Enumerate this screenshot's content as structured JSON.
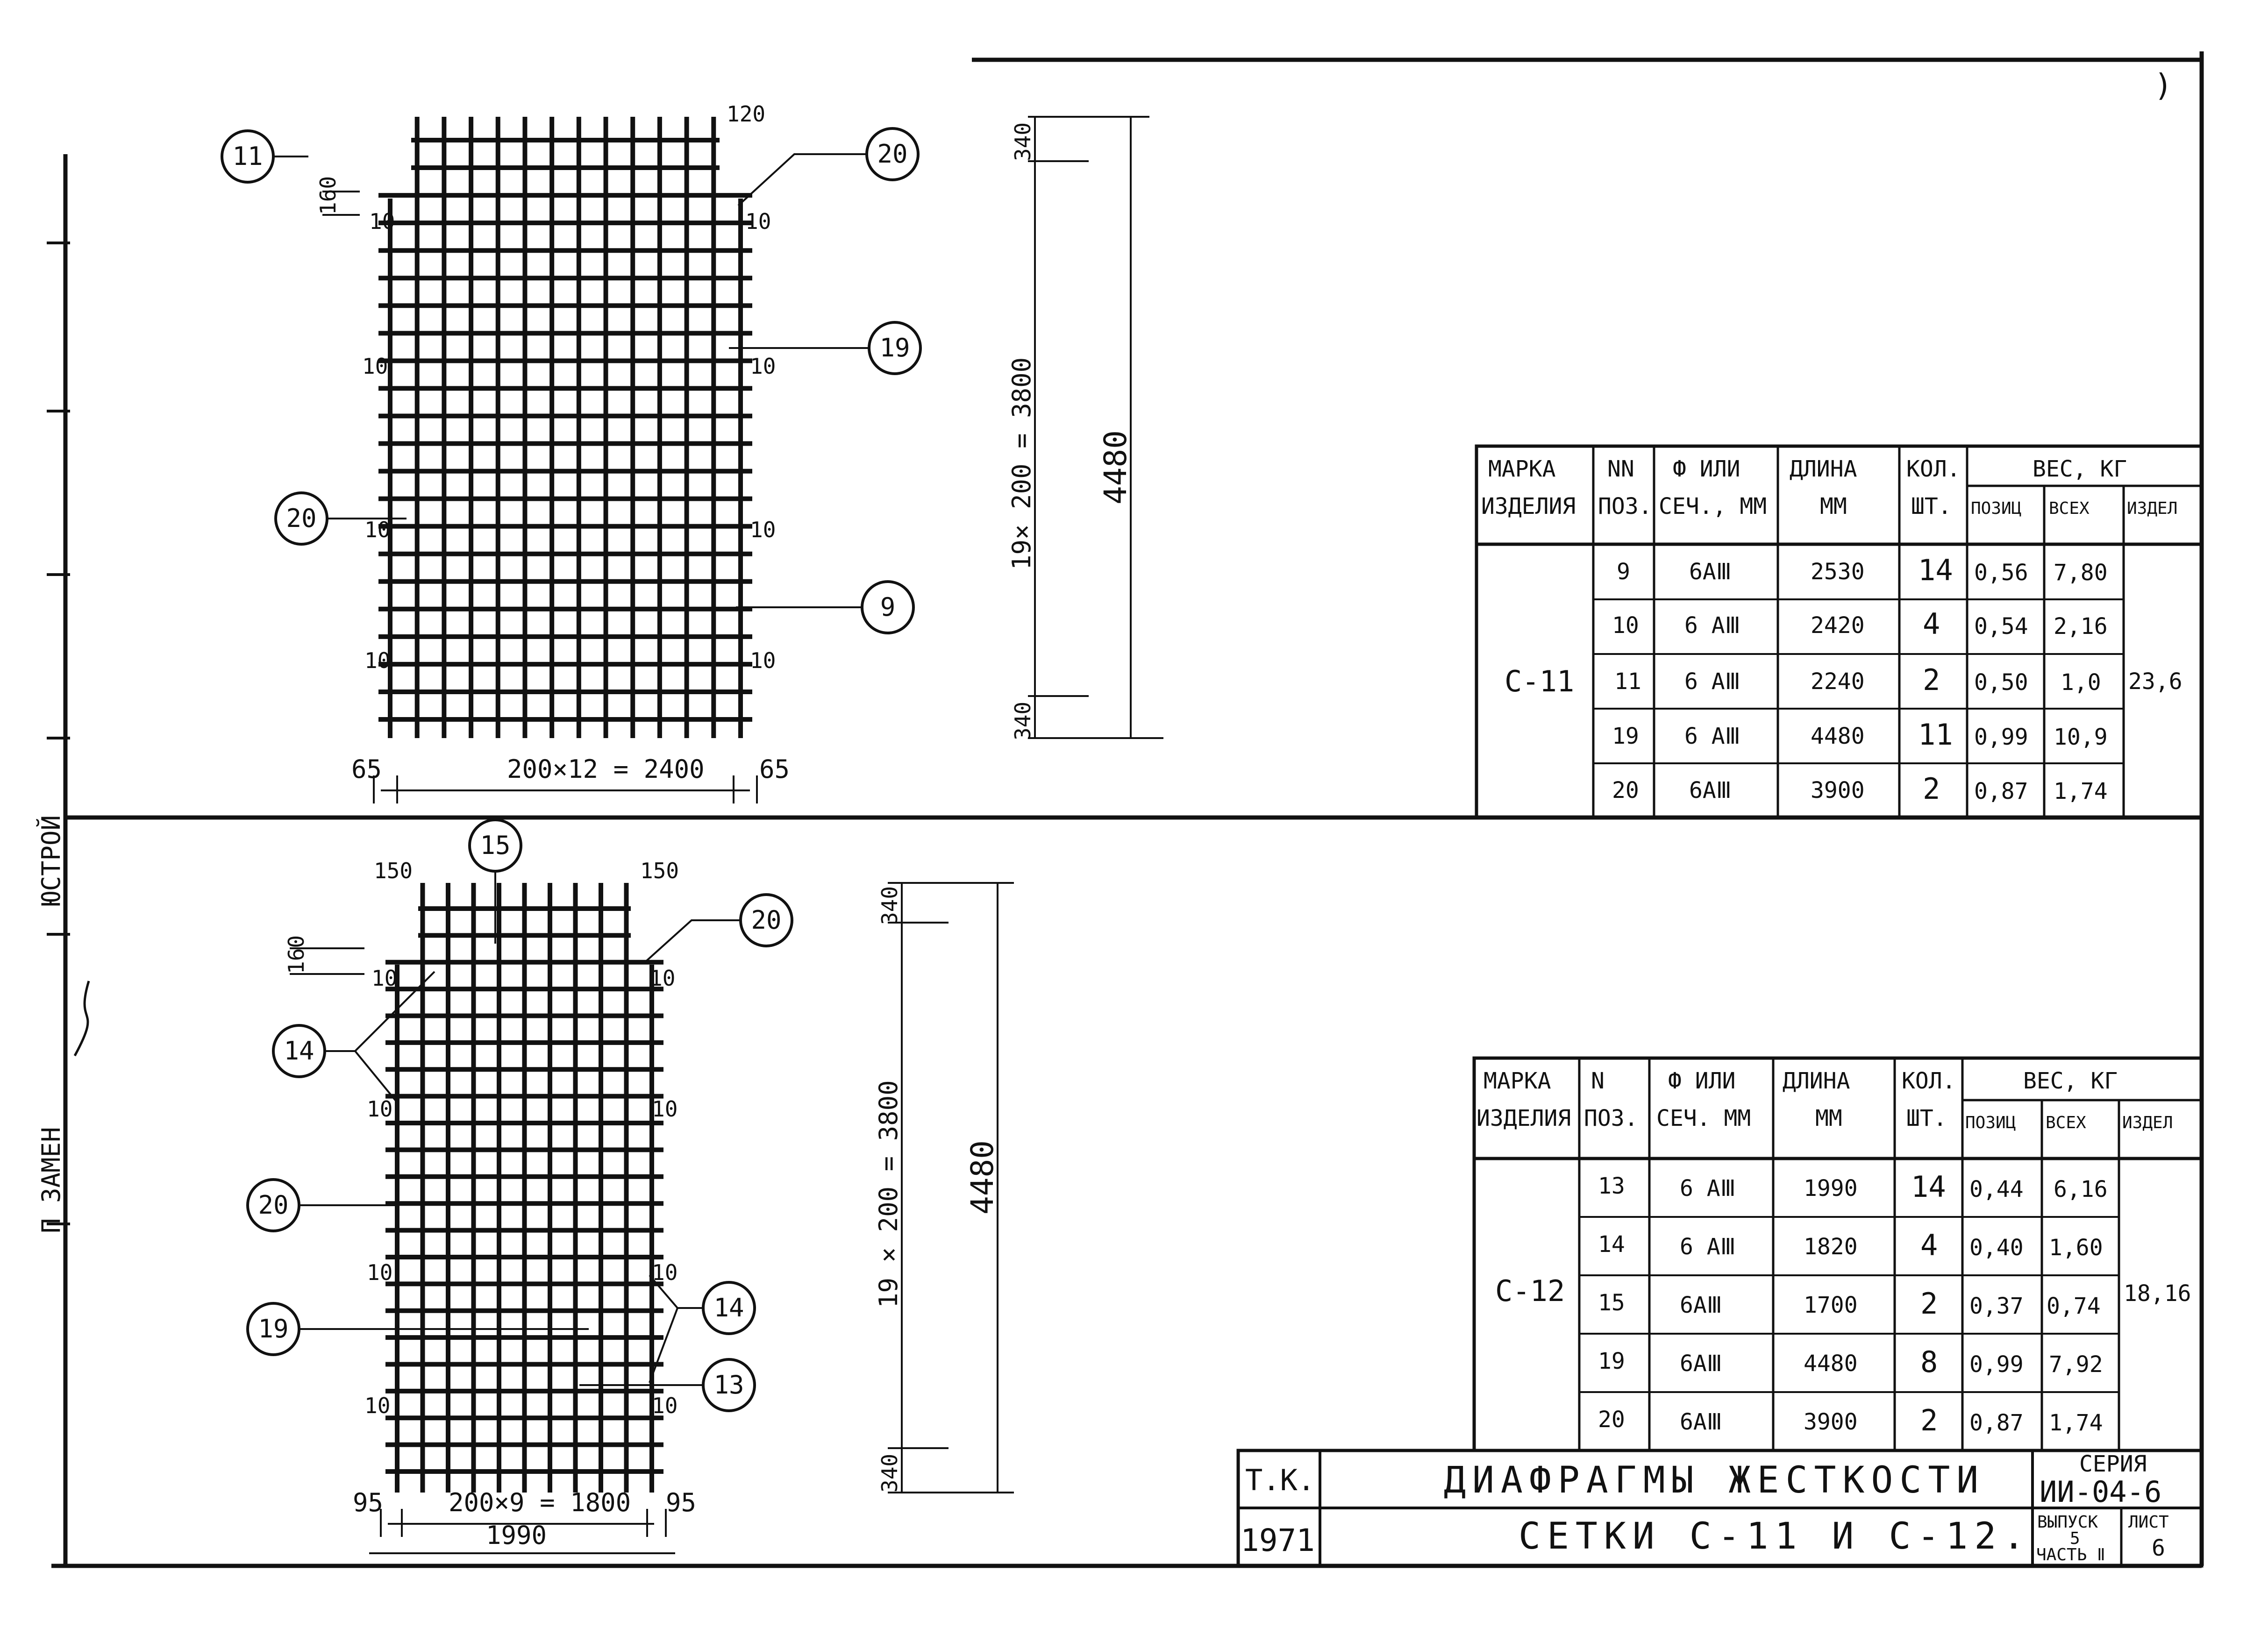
{
  "frame": {
    "right_mark": ")"
  },
  "left_margin_text": {
    "upper": "ЮСТРОЙ",
    "lower": "П ЗАМЕН"
  },
  "top_mesh": {
    "callouts": {
      "left_top": "11",
      "right_top": "20",
      "right_mid": "19",
      "left_mid": "20",
      "right_low": "9"
    },
    "dims": {
      "top_right": "120",
      "spacing": "160",
      "ten": "10",
      "bottom_left": "65",
      "bottom_right": "65",
      "bottom": "200×12 = 2400",
      "side_top": "340",
      "side_bottom": "340",
      "side_rows": "19× 200 = 3800",
      "side_total": "4480"
    }
  },
  "bottom_mesh": {
    "callouts": {
      "top": "15",
      "right_top": "20",
      "left_upper": "14",
      "left_mid": "20",
      "left_low": "19",
      "right_mid": "14",
      "right_low": "13"
    },
    "dims": {
      "top_left": "150",
      "top_right": "150",
      "spacing": "160",
      "ten": "10",
      "bottom_left": "95",
      "bottom_right": "95",
      "bottom": "200×9 = 1800",
      "bottom_total": "1990",
      "side_top": "340",
      "side_bottom": "340",
      "side_rows": "19 × 200 = 3800",
      "side_total": "4480"
    }
  },
  "table1": {
    "headers": {
      "mark1": "МАРКА",
      "mark2": "ИЗДЕЛИЯ",
      "pos1": "NN",
      "pos2": "ПОЗ.",
      "dia1": "Ф ИЛИ",
      "dia2": "СЕЧ., ММ",
      "len1": "ДЛИНА",
      "len2": "ММ",
      "qty1": "КОЛ.",
      "qty2": "ШТ.",
      "weight": "ВЕС, КГ",
      "w_pos": "ПОЗИЦ",
      "w_all": "ВСЕХ",
      "w_item": "ИЗДЕЛ"
    },
    "mark": "С-11",
    "total": "23,6",
    "rows": [
      {
        "pos": "9",
        "dia": "6АⅢ",
        "len": "2530",
        "qty": "14",
        "w_pos": "0,56",
        "w_all": "7,80"
      },
      {
        "pos": "10",
        "dia": "6 АⅢ",
        "len": "2420",
        "qty": "4",
        "w_pos": "0,54",
        "w_all": "2,16"
      },
      {
        "pos": "11",
        "dia": "6 АⅢ",
        "len": "2240",
        "qty": "2",
        "w_pos": "0,50",
        "w_all": "1,0"
      },
      {
        "pos": "19",
        "dia": "6 АⅢ",
        "len": "4480",
        "qty": "11",
        "w_pos": "0,99",
        "w_all": "10,9"
      },
      {
        "pos": "20",
        "dia": "6АⅢ",
        "len": "3900",
        "qty": "2",
        "w_pos": "0,87",
        "w_all": "1,74"
      }
    ]
  },
  "table2": {
    "headers": {
      "mark1": "МАРКА",
      "mark2": "ИЗДЕЛИЯ",
      "pos1": "N",
      "pos2": "ПОЗ.",
      "dia1": "Ф ИЛИ",
      "dia2": "СЕЧ. ММ",
      "len1": "ДЛИНА",
      "len2": "ММ",
      "qty1": "КОЛ.",
      "qty2": "ШТ.",
      "weight": "ВЕС, КГ",
      "w_pos": "ПОЗИЦ",
      "w_all": "ВСЕХ",
      "w_item": "ИЗДЕЛ"
    },
    "mark": "С-12",
    "total": "18,16",
    "rows": [
      {
        "pos": "13",
        "dia": "6 АⅢ",
        "len": "1990",
        "qty": "14",
        "w_pos": "0,44",
        "w_all": "6,16"
      },
      {
        "pos": "14",
        "dia": "6 АⅢ",
        "len": "1820",
        "qty": "4",
        "w_pos": "0,40",
        "w_all": "1,60"
      },
      {
        "pos": "15",
        "dia": "6АⅢ",
        "len": "1700",
        "qty": "2",
        "w_pos": "0,37",
        "w_all": "0,74"
      },
      {
        "pos": "19",
        "dia": "6АⅢ",
        "len": "4480",
        "qty": "8",
        "w_pos": "0,99",
        "w_all": "7,92"
      },
      {
        "pos": "20",
        "dia": "6АⅢ",
        "len": "3900",
        "qty": "2",
        "w_pos": "0,87",
        "w_all": "1,74"
      }
    ]
  },
  "title_block": {
    "tk": "Т.К.",
    "year": "1971",
    "title1": "ДИАФРАГМЫ ЖЕСТКОСТИ",
    "title2": "СЕТКИ С-11 И С-12.",
    "series_label": "СЕРИЯ",
    "series_value": "ИИ-04-6",
    "issue_label": "ВЫПУСК",
    "issue_value": "5",
    "part": "ЧАСТЬ Ⅱ",
    "sheet_label": "ЛИСТ",
    "sheet_value": "6"
  }
}
